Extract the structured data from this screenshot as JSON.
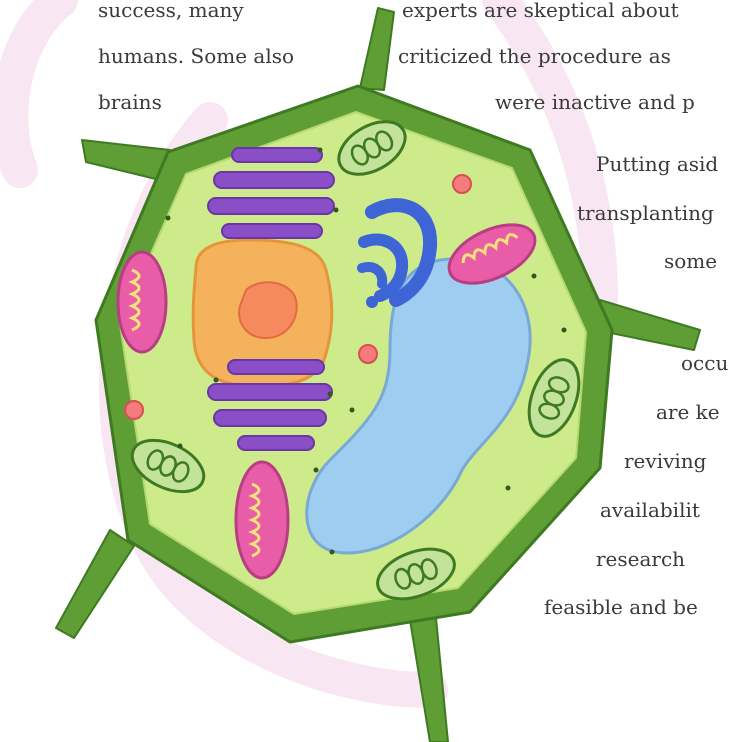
{
  "left_column": {
    "lines": [
      "success, many",
      "humans. Some also",
      "brains"
    ]
  },
  "right_column": {
    "lines": [
      "experts are skeptical about",
      "criticized the procedure as",
      "were inactive and p",
      "Putting asid",
      "transplanting",
      "some",
      "occu",
      "are ke",
      "reviving",
      "availabilit",
      "research",
      "feasible and be"
    ]
  },
  "colors": {
    "text": "#3a3a3a",
    "decor_arc": "#f7e6f1",
    "cell_wall": "#5e9e34",
    "cytoplasm": "#cdeb8b",
    "nucleus": "#f5b25c",
    "nucleolus": "#f58a5e",
    "vacuole": "#9fcdf2",
    "golgi": "#8a4fc7",
    "er": "#3e65d6",
    "mitochondria": "#e85ca8",
    "chloroplast": "#c4e39a"
  }
}
